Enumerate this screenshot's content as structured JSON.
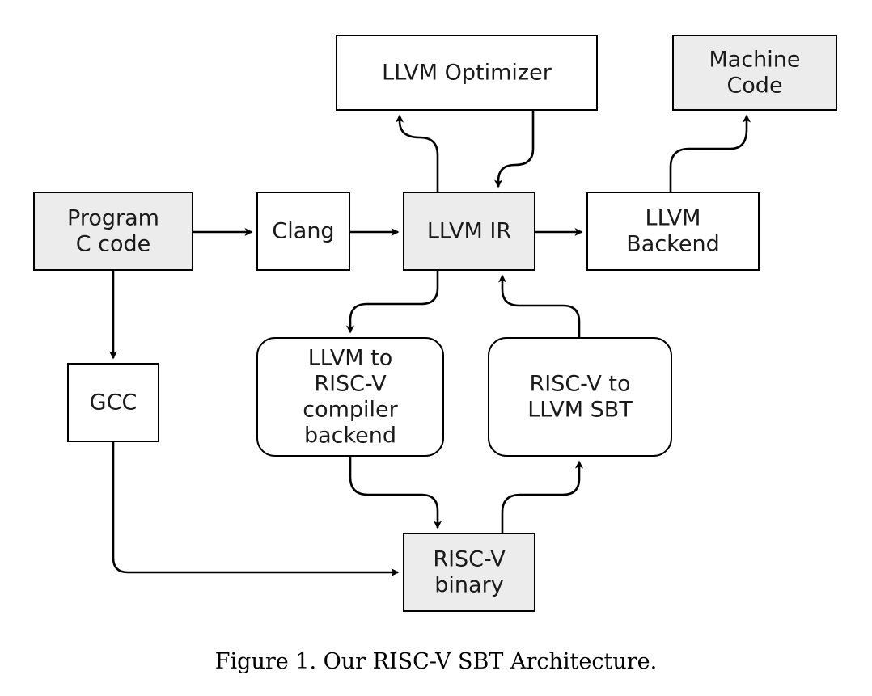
{
  "colors": {
    "shaded_fill": "#ececec",
    "plain_fill": "#ffffff",
    "stroke": "#000000"
  },
  "nodes": {
    "llvm_optimizer": {
      "lines": [
        "LLVM Optimizer"
      ],
      "shaded": false,
      "rounded": false
    },
    "machine_code": {
      "lines": [
        "Machine",
        "Code"
      ],
      "shaded": true,
      "rounded": false
    },
    "program_c_code": {
      "lines": [
        "Program",
        "C code"
      ],
      "shaded": true,
      "rounded": false
    },
    "clang": {
      "lines": [
        "Clang"
      ],
      "shaded": false,
      "rounded": false
    },
    "llvm_ir": {
      "lines": [
        "LLVM IR"
      ],
      "shaded": true,
      "rounded": false
    },
    "llvm_backend": {
      "lines": [
        "LLVM",
        "Backend"
      ],
      "shaded": false,
      "rounded": false
    },
    "gcc": {
      "lines": [
        "GCC"
      ],
      "shaded": false,
      "rounded": false
    },
    "llvm_to_riscv": {
      "lines": [
        "LLVM to",
        "RISC-V",
        "compiler",
        "backend"
      ],
      "shaded": false,
      "rounded": true
    },
    "riscv_to_llvm_sbt": {
      "lines": [
        "RISC-V to",
        "LLVM SBT"
      ],
      "shaded": false,
      "rounded": true
    },
    "riscv_binary": {
      "lines": [
        "RISC-V",
        "binary"
      ],
      "shaded": true,
      "rounded": false
    }
  },
  "edges": [
    {
      "from": "program_c_code",
      "to": "clang"
    },
    {
      "from": "clang",
      "to": "llvm_ir"
    },
    {
      "from": "llvm_ir",
      "to": "llvm_backend"
    },
    {
      "from": "llvm_ir",
      "to": "llvm_optimizer"
    },
    {
      "from": "llvm_optimizer",
      "to": "llvm_ir"
    },
    {
      "from": "llvm_backend",
      "to": "machine_code"
    },
    {
      "from": "program_c_code",
      "to": "gcc"
    },
    {
      "from": "llvm_ir",
      "to": "llvm_to_riscv"
    },
    {
      "from": "riscv_to_llvm_sbt",
      "to": "llvm_ir"
    },
    {
      "from": "llvm_to_riscv",
      "to": "riscv_binary"
    },
    {
      "from": "riscv_binary",
      "to": "riscv_to_llvm_sbt"
    },
    {
      "from": "gcc",
      "to": "riscv_binary"
    }
  ],
  "caption": "Figure 1.  Our RISC-V SBT Architecture."
}
